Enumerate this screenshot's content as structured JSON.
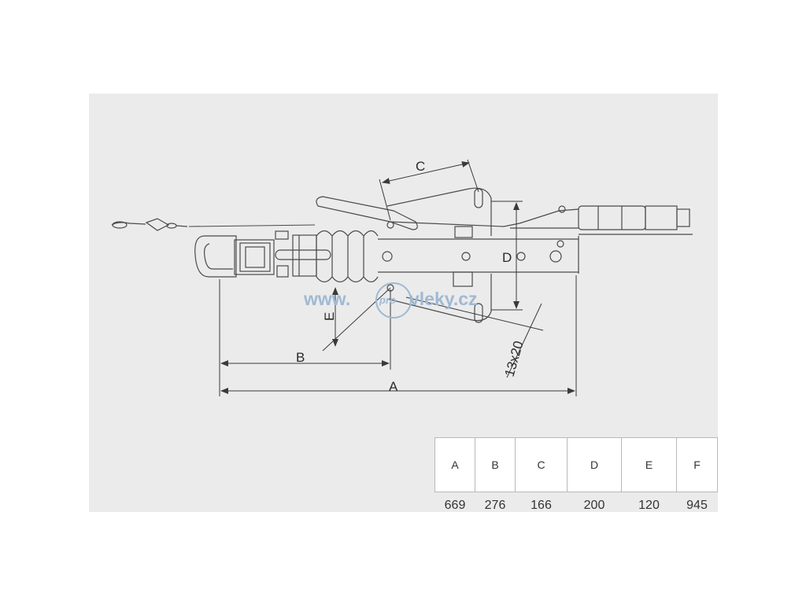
{
  "watermark": {
    "left": "www.",
    "mid": "pro",
    "right": "vleky.cz"
  },
  "dimensions": {
    "A": "A",
    "B": "B",
    "C": "C",
    "D": "D",
    "E": "E",
    "hole": "13x20"
  },
  "table": {
    "headers": [
      "A",
      "B",
      "C",
      "D",
      "E",
      "F"
    ],
    "values": [
      "669",
      "276",
      "166",
      "200",
      "120",
      "945"
    ]
  },
  "colors": {
    "line": "#4a4a4a",
    "background": "#ebebeb",
    "watermark": "#9fb9d3"
  }
}
